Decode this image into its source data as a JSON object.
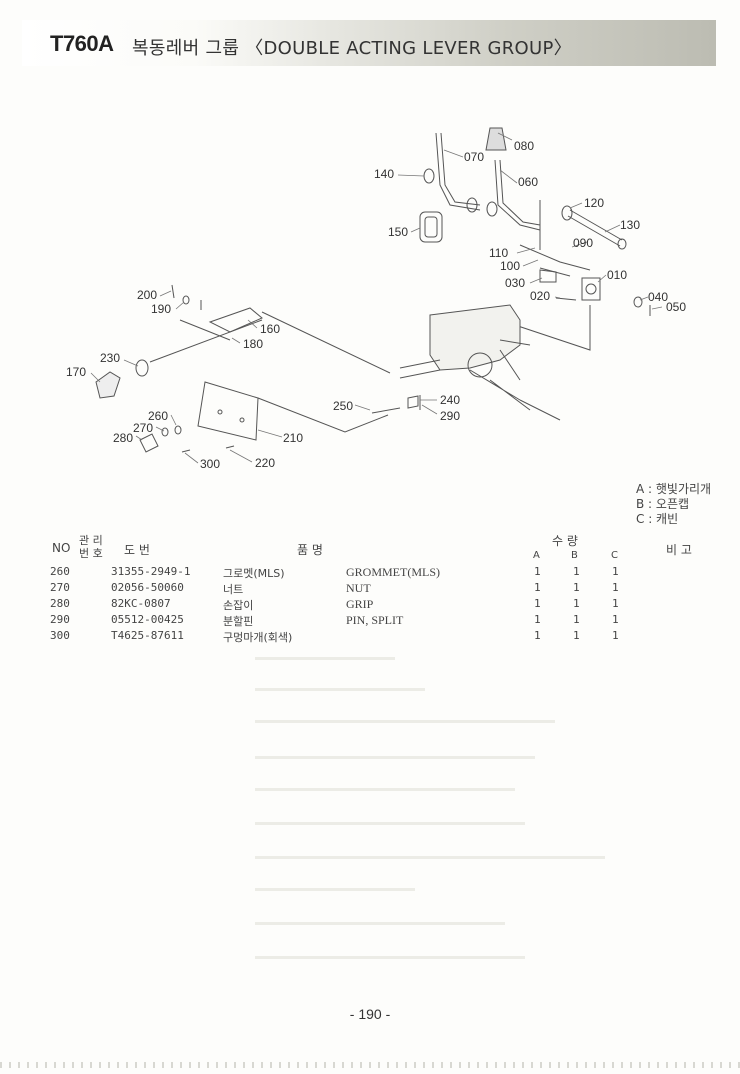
{
  "header": {
    "model": "T760A",
    "title": "복동레버 그룹 〈DOUBLE ACTING LEVER GROUP〉"
  },
  "callouts": [
    "010",
    "020",
    "030",
    "040",
    "050",
    "060",
    "070",
    "080",
    "090",
    "100",
    "110",
    "120",
    "130",
    "140",
    "150",
    "160",
    "170",
    "180",
    "190",
    "200",
    "210",
    "220",
    "230",
    "240",
    "250",
    "260",
    "270",
    "280",
    "290",
    "300"
  ],
  "legend": {
    "a": "A : 햇빛가리개",
    "b": "B : 오픈캡",
    "c": "C : 캐빈"
  },
  "table": {
    "headers": {
      "no": "NO",
      "mgmt_top": "관 리",
      "mgmt_bottom": "번 호",
      "drawing_no": "도    번",
      "part_name": "품              명",
      "qty": "수    량",
      "qty_a": "A",
      "qty_b": "B",
      "qty_c": "C",
      "remarks": "비 고"
    },
    "rows": [
      {
        "no": "260",
        "drawing": "31355-2949-1",
        "kr": "그로멧(MLS)",
        "en": "GROMMET(MLS)",
        "a": "1",
        "b": "1",
        "c": "1"
      },
      {
        "no": "270",
        "drawing": "02056-50060",
        "kr": "너트",
        "en": "NUT",
        "a": "1",
        "b": "1",
        "c": "1"
      },
      {
        "no": "280",
        "drawing": "82KC-0807",
        "kr": "손잡이",
        "en": "GRIP",
        "a": "1",
        "b": "1",
        "c": "1"
      },
      {
        "no": "290",
        "drawing": "05512-00425",
        "kr": "분할핀",
        "en": "PIN, SPLIT",
        "a": "1",
        "b": "1",
        "c": "1"
      },
      {
        "no": "300",
        "drawing": "T4625-87611",
        "kr": "구멍마개(회색)",
        "en": "",
        "a": "1",
        "b": "1",
        "c": "1"
      }
    ]
  },
  "page_number": "- 190 -"
}
